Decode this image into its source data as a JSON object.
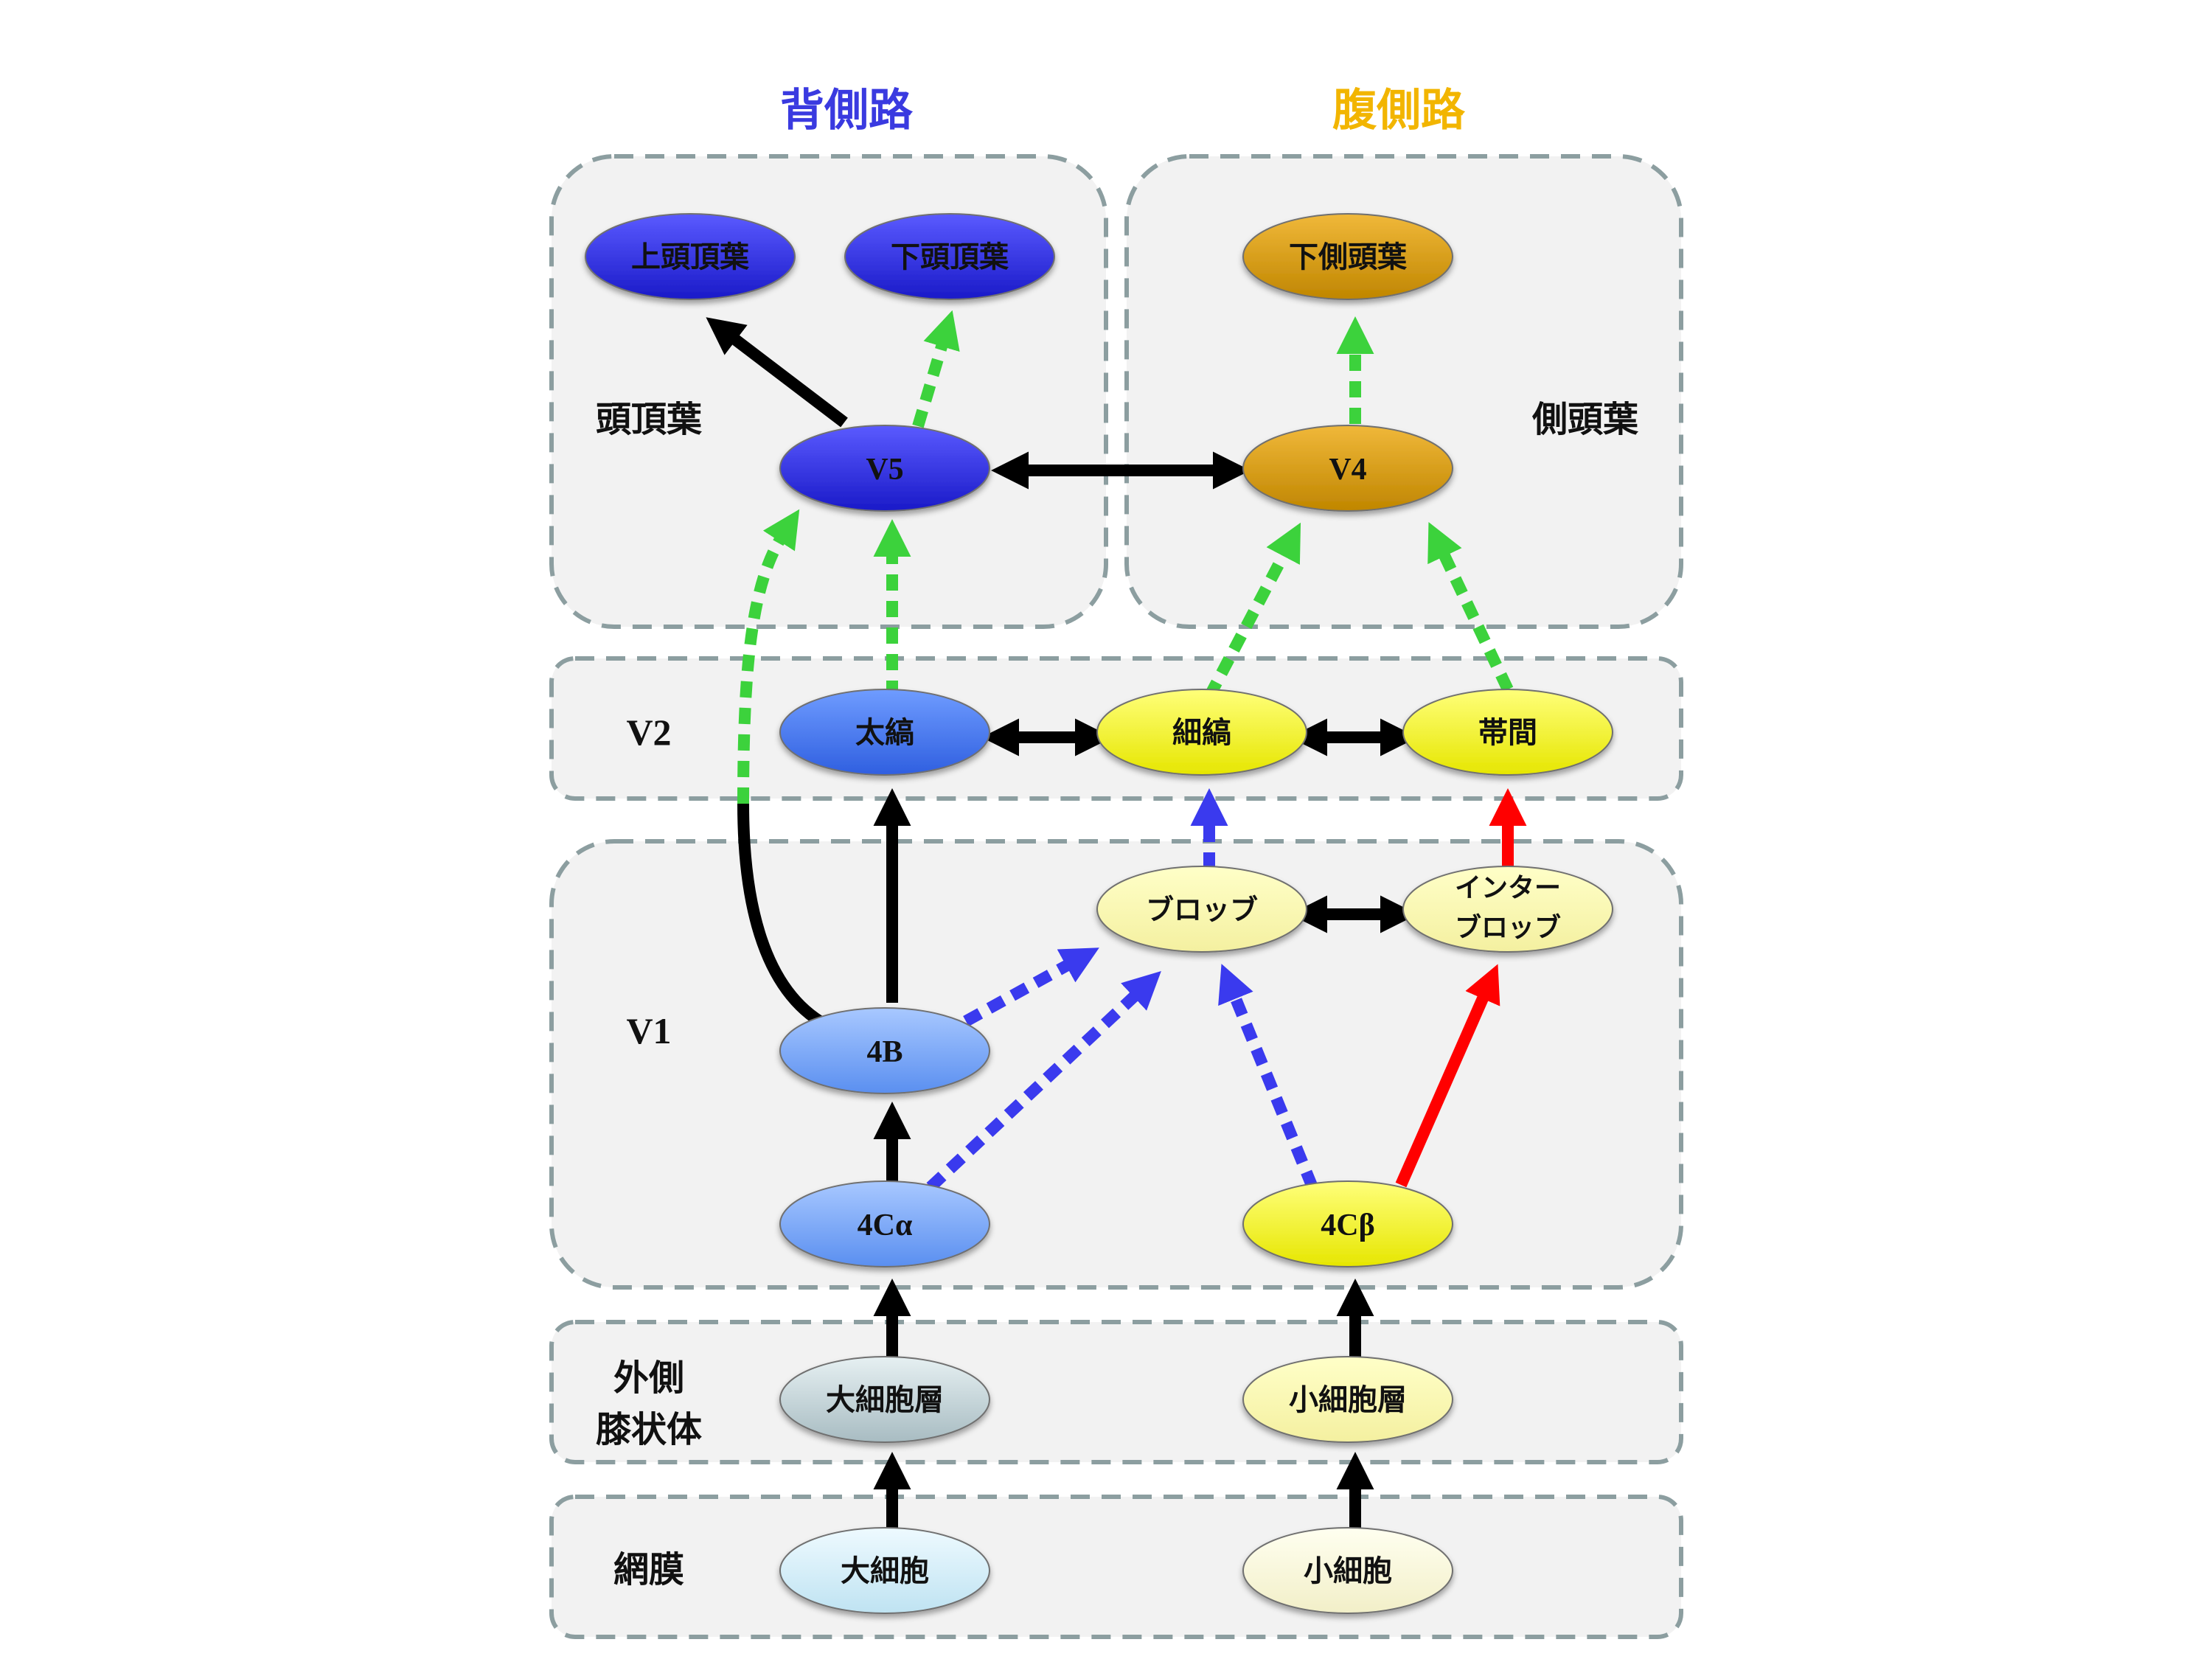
{
  "stream_titles": {
    "dorsal": "背側路",
    "ventral": "腹側路"
  },
  "region_labels": {
    "parietal": "頭頂葉",
    "temporal": "側頭葉",
    "v2": "V2",
    "v1": "V1",
    "lgn_line1": "外側",
    "lgn_line2": "膝状体",
    "retina": "網膜"
  },
  "nodes": {
    "superior_parietal": "上頭頂葉",
    "inferior_parietal": "下頭頂葉",
    "inferior_temporal": "下側頭葉",
    "v5": "V5",
    "v4": "V4",
    "thick": "太縞",
    "thin": "細縞",
    "interstripe": "帯間",
    "blob": "ブロッブ",
    "interblob_line1": "インター",
    "interblob_line2": "ブロッブ",
    "layer_4b": "4B",
    "layer_4ca": "4Cα",
    "layer_4cb": "4Cβ",
    "magno_layer": "大細胞層",
    "parvo_layer": "小細胞層",
    "magno_cell": "大細胞",
    "parvo_cell": "小細胞"
  },
  "colors": {
    "dorsal": "#3a3ae0",
    "ventral": "#f2b500",
    "green_arrow": "#3cd23c",
    "blue_arrow": "#3a3aee",
    "red_arrow": "#ff0000",
    "black_arrow": "#000000"
  }
}
